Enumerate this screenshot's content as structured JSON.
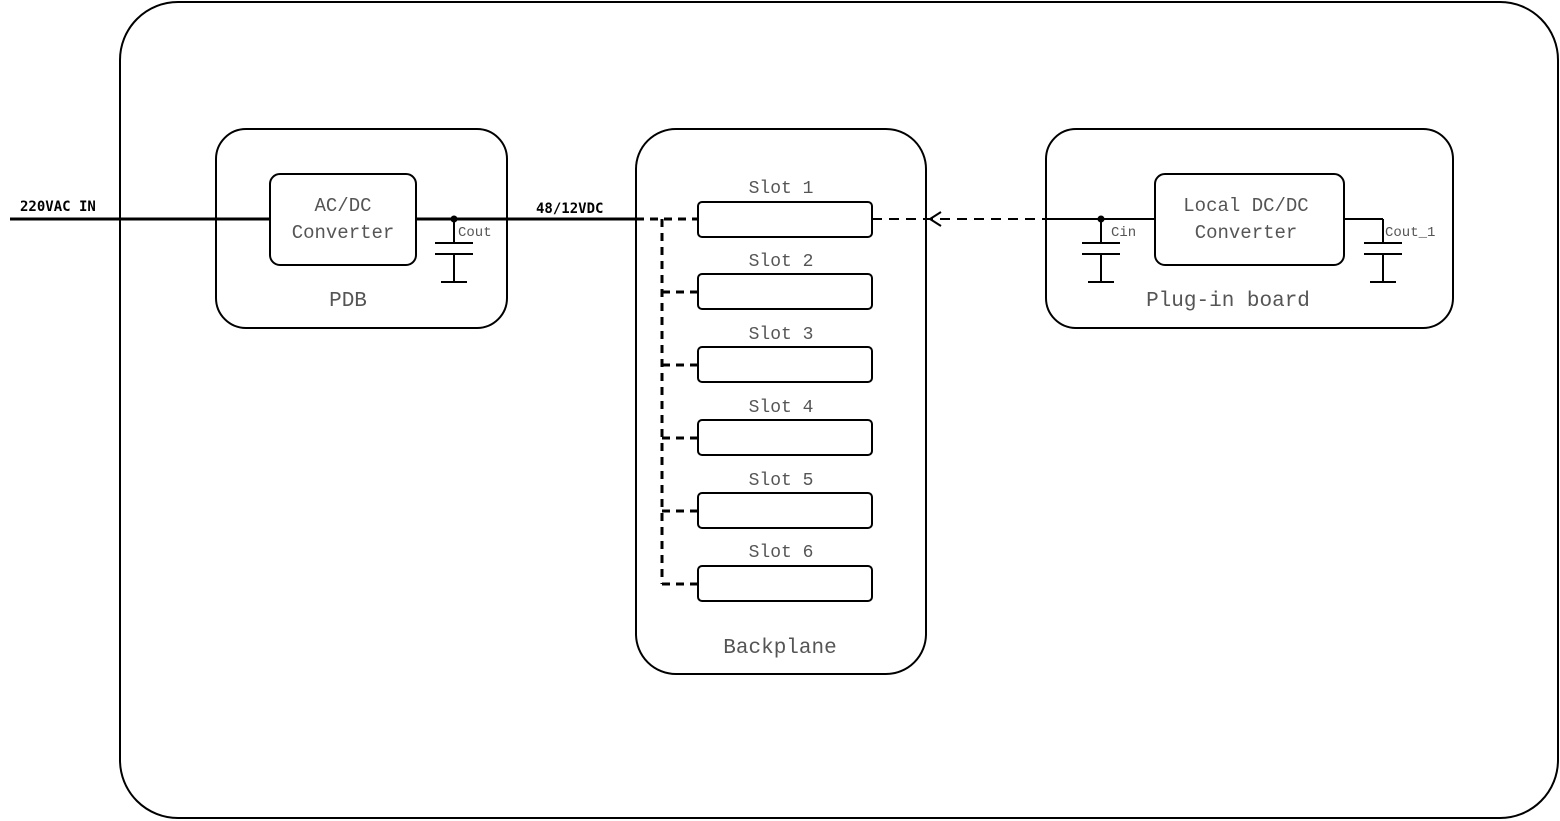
{
  "labels": {
    "input": "220VAC IN",
    "bus": "48/12VDC"
  },
  "pdb": {
    "title": "PDB",
    "converter": [
      "AC/DC",
      "Converter"
    ],
    "cap": "Cout"
  },
  "backplane": {
    "title": "Backplane",
    "slots": [
      "Slot 1",
      "Slot 2",
      "Slot 3",
      "Slot 4",
      "Slot 5",
      "Slot 6"
    ]
  },
  "plugin": {
    "title": "Plug-in board",
    "converter": [
      "Local DC/DC",
      "Converter"
    ],
    "cap_in": "Cin",
    "cap_out": "Cout_1"
  },
  "colors": {
    "stroke": "#000000",
    "text": "#555555"
  }
}
